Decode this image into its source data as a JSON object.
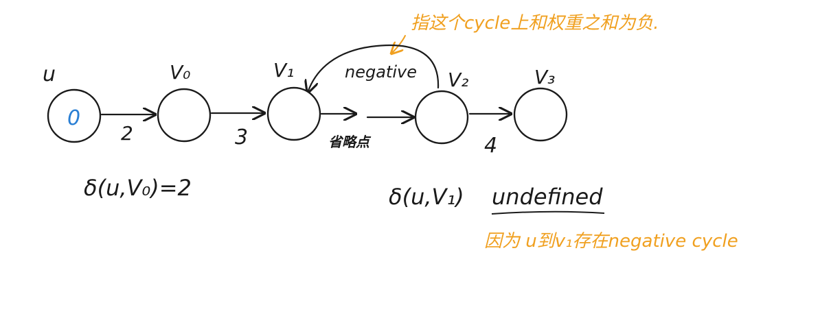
{
  "nodes": [
    {
      "id": "u",
      "label": "u",
      "value": "0"
    },
    {
      "id": "v0",
      "label": "V₀",
      "value": ""
    },
    {
      "id": "v1",
      "label": "V₁",
      "value": ""
    },
    {
      "id": "v2",
      "label": "V₂",
      "value": ""
    },
    {
      "id": "v3",
      "label": "V₃",
      "value": ""
    }
  ],
  "edges": {
    "u_v0": "2",
    "v0_v1": "3",
    "v1_v2_omitted": "省略点",
    "v2_v3": "4",
    "v2_v1_back": "negative"
  },
  "annotations": {
    "top_note": "指这个cycle上和权重之和为负.",
    "bottom_note": "因为 u到v₁存在negative cycle"
  },
  "formulas": {
    "left": "δ(u,V₀)=2",
    "right_prefix": "δ(u,V₁)",
    "right_value": "undefined"
  },
  "colors": {
    "ink": "#1a1a1a",
    "annotation": "#f0a020",
    "node_value": "#2a7fd4"
  }
}
